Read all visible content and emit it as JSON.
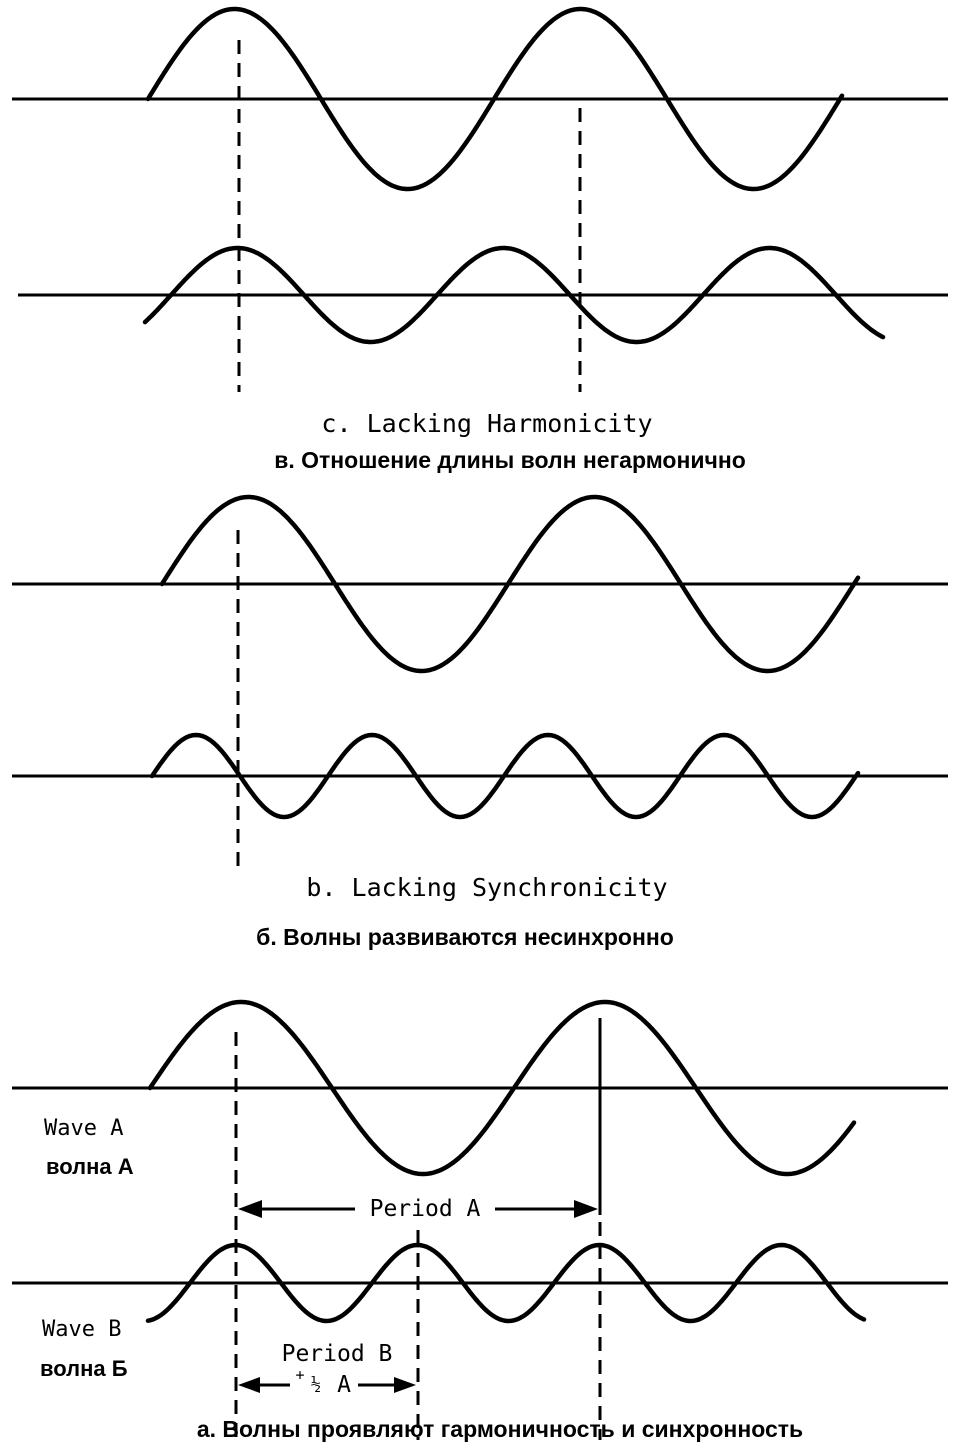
{
  "panel_c": {
    "caption_en": "c. Lacking Harmonicity",
    "caption_ru": "в. Отношение длины волн негармонично"
  },
  "panel_b": {
    "caption_en": "b. Lacking Synchronicity",
    "caption_ru": "б. Волны развиваются несинхронно"
  },
  "panel_a": {
    "caption_ru": "а. Волны проявляют гармоничность и синхронность",
    "wave_a_en": "Wave A",
    "wave_a_ru": "волна А",
    "wave_b_en": "Wave B",
    "wave_b_ru": "волна Б",
    "period_a": "Period A",
    "period_b": "Period B",
    "period_b_sub_prefix": "+",
    "period_b_fraction": "½",
    "period_b_sub_letter": "A"
  }
}
